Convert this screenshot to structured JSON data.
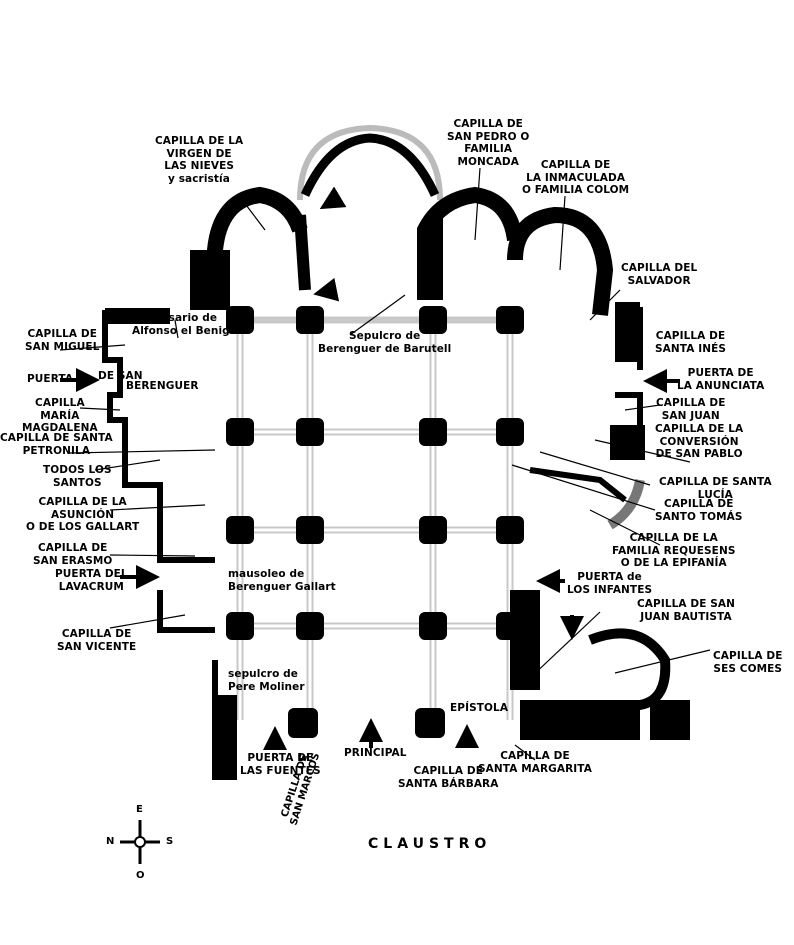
{
  "labels": {
    "virgen_nieves": "CAPILLA DE LA\nVIRGEN DE\nLAS NIEVES",
    "sacristia": "y sacristía",
    "san_pedro": "CAPILLA DE\nSAN PEDRO O\nFAMILIA\nMONCADA",
    "inmaculada": "CAPILLA DE\nLA INMACULADA\nO FAMILIA COLOM",
    "salvador": "CAPILLA DEL\nSALVADOR",
    "san_miguel": "CAPILLA DE\nSAN MIGUEL",
    "osario": "Osario de\nAlfonso el Benigno",
    "sepulcro_barutell": "Sepulcro de\nBerenguer de Barutell",
    "santa_ines": "CAPILLA DE\nSANTA INÉS",
    "puerta_san": "PUERTA",
    "de_san": "DE SAN",
    "berenguer": "BERENGUER",
    "puerta_anunciata": "PUERTA DE\nLA ANUNCIATA",
    "maria_magdalena": "CAPILLA\nMARÍA\nMAGDALENA",
    "san_juan": "CAPILLA DE\nSAN JUAN",
    "santa_petronila": "CAPILLA DE SANTA\nPETRONILA",
    "conversion": "CAPILLA DE LA\nCONVERSIÓN\nDE SAN PABLO",
    "todos_santos": "TODOS LOS\nSANTOS",
    "santa_lucia": "CAPILLA DE SANTA\nLUCÍA",
    "asuncion": "CAPILLA DE LA\nASUNCIÓN\nO DE LOS GALLART",
    "santo_tomas": "CAPILLA DE\nSANTO TOMÁS",
    "san_erasmo": "CAPILLA DE\nSAN ERASMO",
    "requesens": "CAPILLA DE LA\nFAMILIA REQUESENS\nO DE LA EPIFANÍA",
    "puerta_lavacrum": "PUERTA DEL\nLAVACRUM",
    "mausoleo": "mausoleo de\nBerenguer Gallart",
    "puerta_infantes": "PUERTA de\nLOS INFANTES",
    "san_juan_bautista": "CAPILLA DE SAN\nJUAN BAUTISTA",
    "san_vicente": "CAPILLA DE\nSAN VICENTE",
    "ses_comes": "CAPILLA DE\nSES COMES",
    "pere_moliner": "sepulcro de\nPere Moliner",
    "epistola": "EPÍSTOLA",
    "principal": "PRINCIPAL",
    "puerta_fuentes": "PUERTA DE\nLAS FUENTES",
    "santa_barbara": "CAPILLA DE\nSANTA BÁRBARA",
    "santa_margarita": "CAPILLA DE\nSANTA MARGARITA",
    "san_marcos": "CAPILLA DE\nSAN MARCOS",
    "claustro": "CLAUSTRO"
  },
  "compass": {
    "n": "N",
    "s": "S",
    "e": "E",
    "o": "O"
  }
}
